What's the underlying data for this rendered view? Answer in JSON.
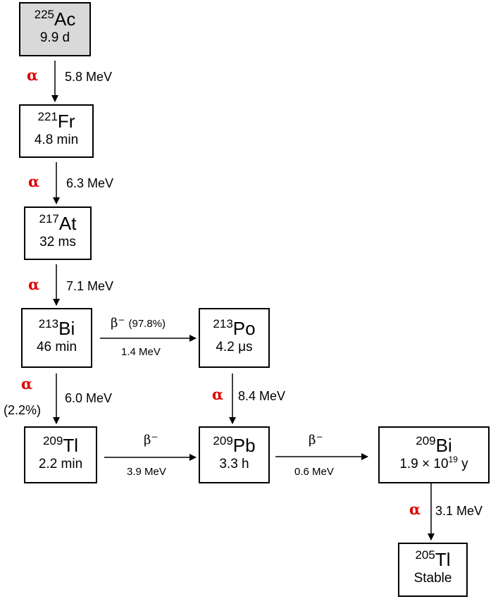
{
  "nuclides": {
    "ac225": {
      "mass": "225",
      "symbol": "Ac",
      "half_life": "9.9 d"
    },
    "fr221": {
      "mass": "221",
      "symbol": "Fr",
      "half_life": "4.8 min"
    },
    "at217": {
      "mass": "217",
      "symbol": "At",
      "half_life": "32 ms"
    },
    "bi213": {
      "mass": "213",
      "symbol": "Bi",
      "half_life": "46 min"
    },
    "po213": {
      "mass": "213",
      "symbol": "Po",
      "half_life": "4.2 μs"
    },
    "tl209": {
      "mass": "209",
      "symbol": "Tl",
      "half_life": "2.2 min"
    },
    "pb209": {
      "mass": "209",
      "symbol": "Pb",
      "half_life": "3.3 h"
    },
    "bi209": {
      "mass": "209",
      "symbol": "Bi",
      "half_life_base": "1.9 × 10",
      "half_life_exp": "19",
      "half_life_unit": "y"
    },
    "tl205": {
      "mass": "205",
      "symbol": "Tl",
      "half_life": "Stable"
    }
  },
  "decays": {
    "ac_fr": {
      "mode": "α",
      "energy": "5.8 MeV"
    },
    "fr_at": {
      "mode": "α",
      "energy": "6.3 MeV"
    },
    "at_bi": {
      "mode": "α",
      "energy": "7.1 MeV"
    },
    "bi_po": {
      "mode": "β",
      "charge": "−",
      "branch": "(97.8%)",
      "energy": "1.4 MeV"
    },
    "bi_tl": {
      "mode": "α",
      "branch": "(2.2%)",
      "energy": "6.0 MeV"
    },
    "po_pb": {
      "mode": "α",
      "energy": "8.4 MeV"
    },
    "tl_pb": {
      "mode": "β",
      "charge": "−",
      "energy": "3.9 MeV"
    },
    "pb_bi": {
      "mode": "β",
      "charge": "−",
      "energy": "0.6 MeV"
    },
    "bi_tl205": {
      "mode": "α",
      "energy": "3.1 MeV"
    }
  }
}
